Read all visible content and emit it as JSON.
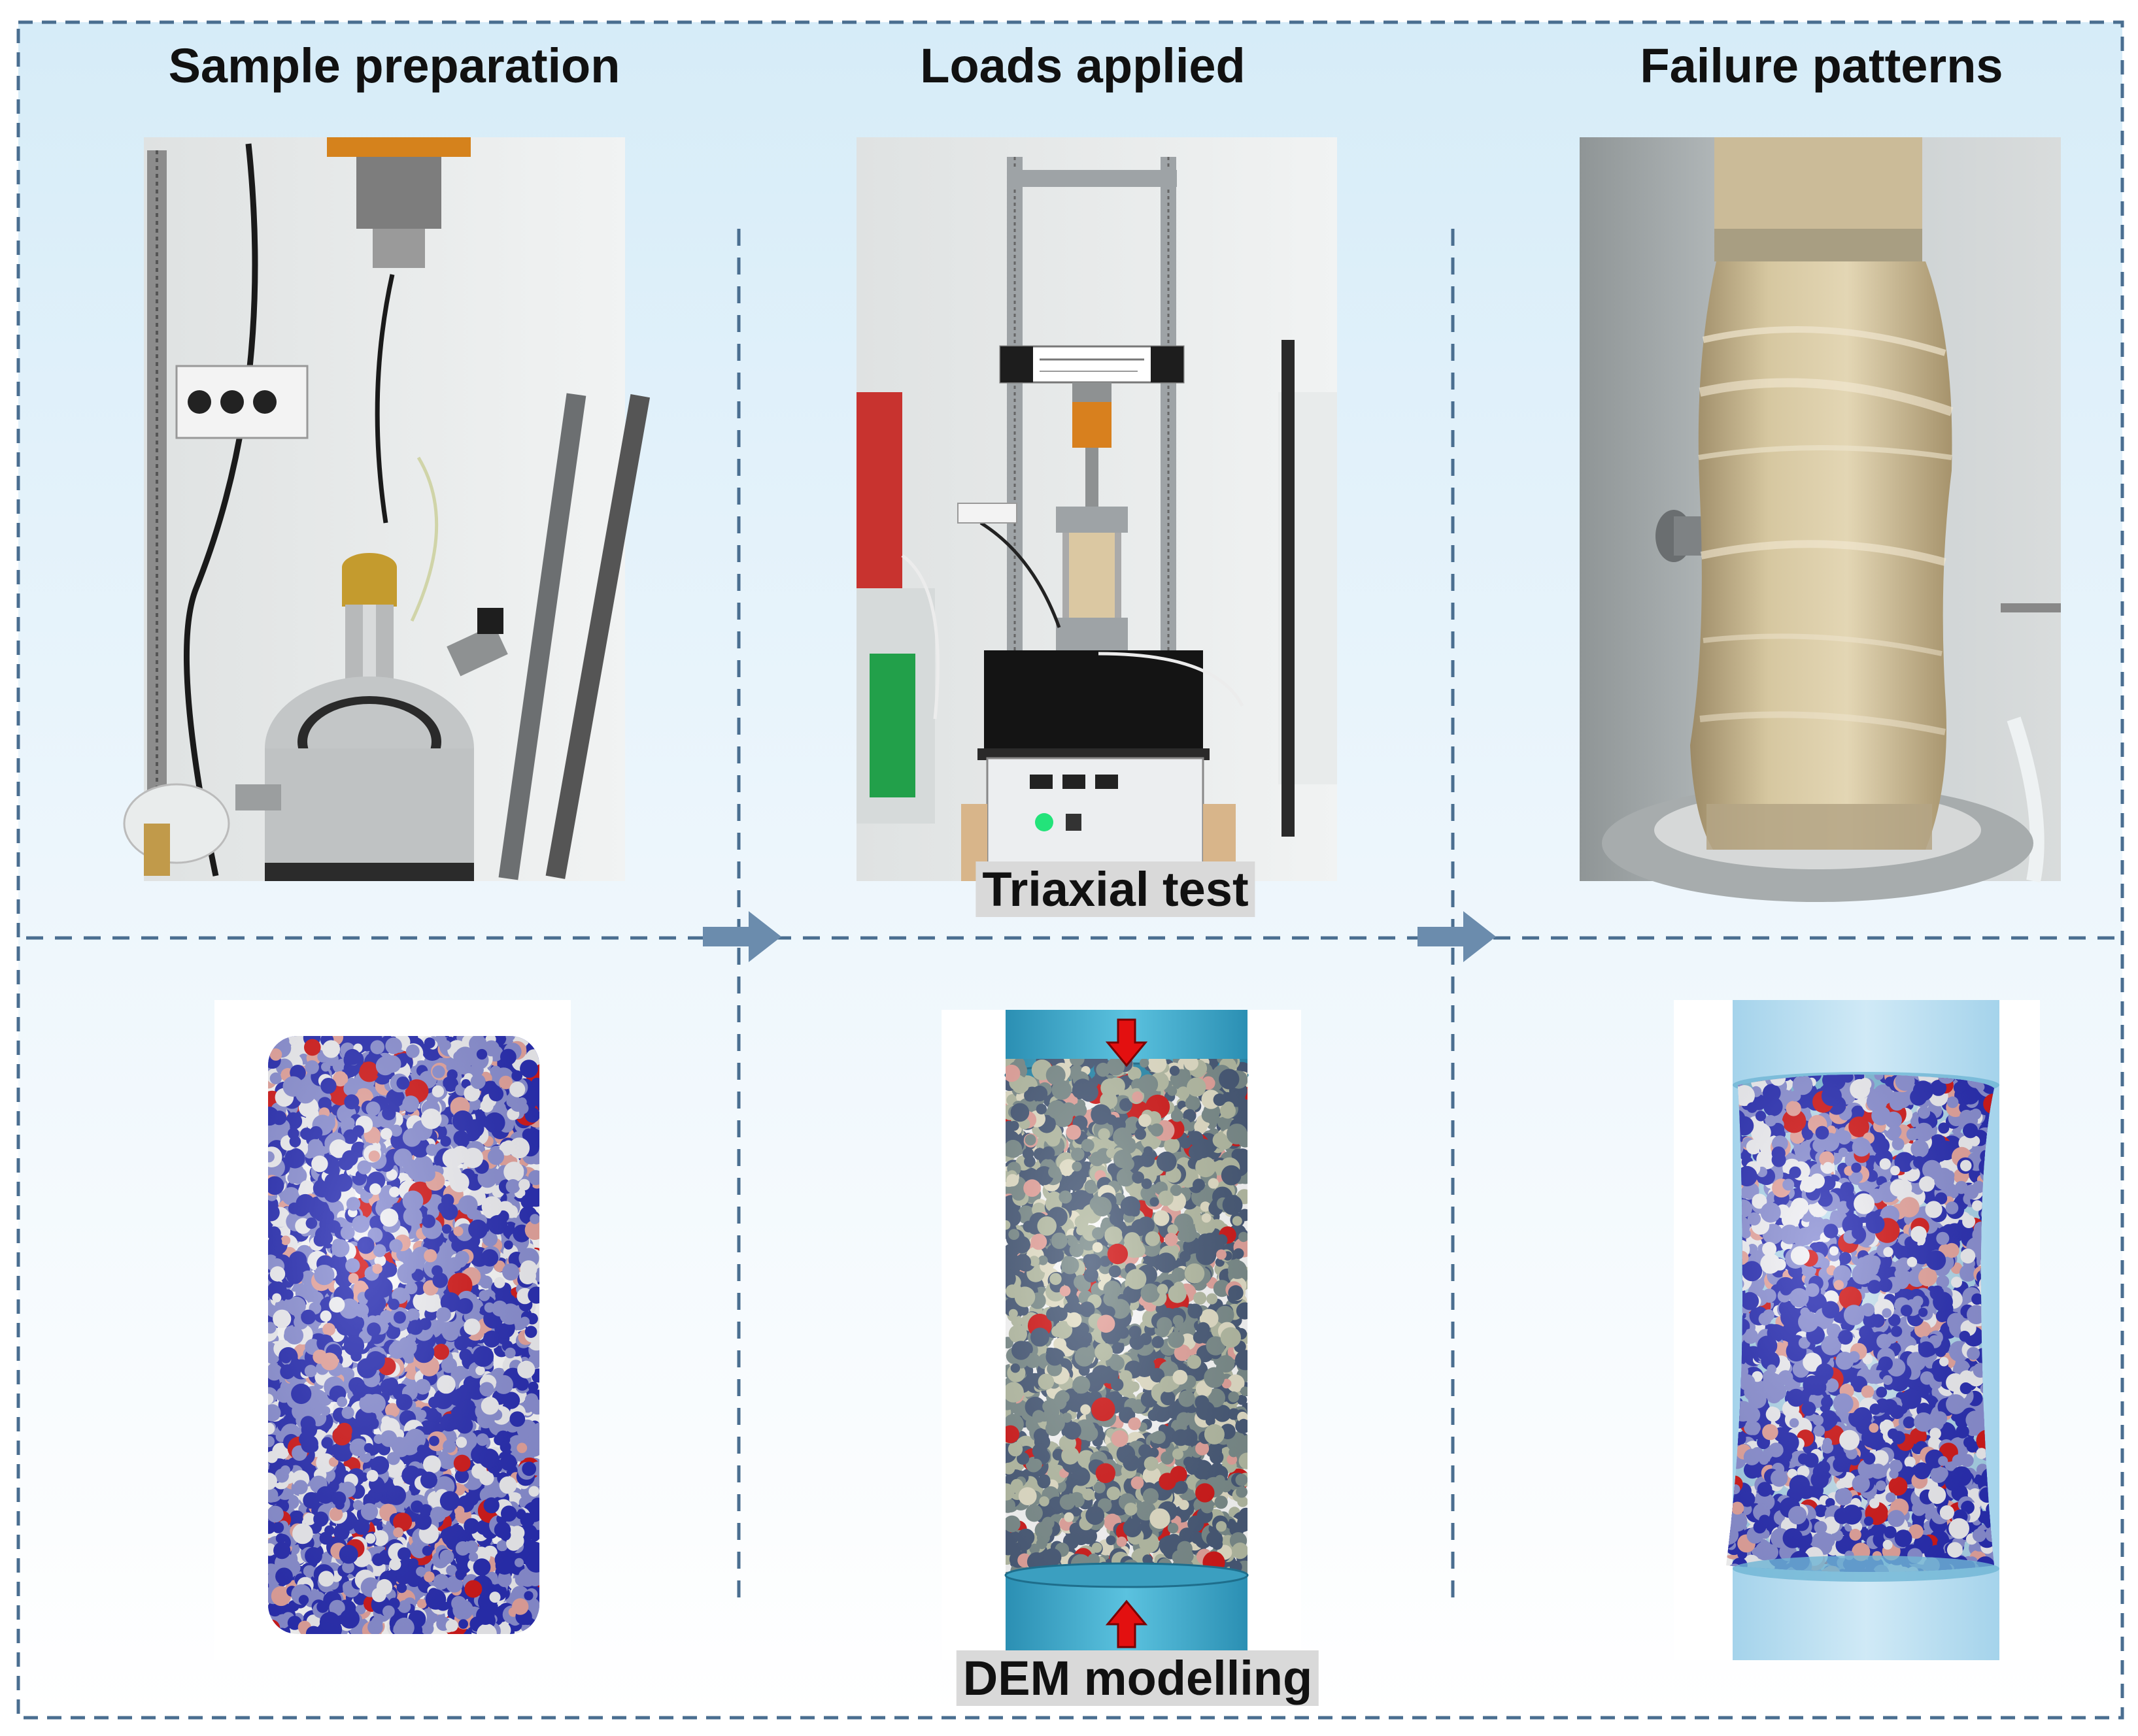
{
  "headers": {
    "sample_preparation": "Sample preparation",
    "loads_applied": "Loads applied",
    "failure_patterns": "Failure patterns"
  },
  "labels": {
    "triaxial_test": "Triaxial test",
    "dem_modelling": "DEM modelling"
  },
  "colors": {
    "background_top": "#d6ecf8",
    "background_bottom": "#ffffff",
    "dashed_line": "#4a6e90",
    "arrow": "#6b8cad",
    "tag_background": "#d9d9d9",
    "particle_blue": "#2a2fb5",
    "particle_lavender": "#8d92d6",
    "particle_white": "#f2f2f6",
    "particle_pink": "#e9a7a0",
    "particle_red": "#d61a1a",
    "platen_cyan": "#3fa7c8",
    "loading_arrow": "#e31010"
  },
  "icons": [
    "right-arrow-icon",
    "loading-arrow-down-icon",
    "loading-arrow-up-icon"
  ]
}
